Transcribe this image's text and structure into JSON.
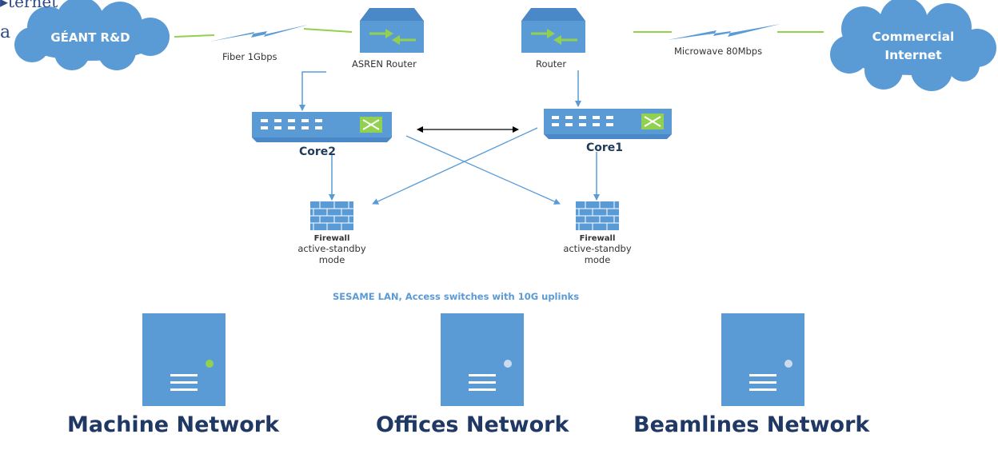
{
  "overlay_text": {
    "top_fragment": "▸ternet",
    "side_fragment": "a"
  },
  "clouds": {
    "left": "GÉANT R&D",
    "right_line1": "Commercial",
    "right_line2": "Internet"
  },
  "routers": {
    "left": "ASREN Router",
    "right": "Router"
  },
  "links": {
    "left": "Fiber 1Gbps",
    "right": "Microwave 80Mbps"
  },
  "cores": {
    "left": "Core2",
    "right": "Core1"
  },
  "firewalls": [
    {
      "title": "Firewall",
      "line1": "active-standby",
      "line2": "mode"
    },
    {
      "title": "Firewall",
      "line1": "active-standby",
      "line2": "mode"
    }
  ],
  "lan_caption": "SESAME LAN, Access switches with 10G uplinks",
  "networks": [
    "Machine Network",
    "Offices Network",
    "Beamlines Network"
  ],
  "colors": {
    "cloud_blue": "#5b9bd5",
    "device_blue": "#5b9bd5",
    "green_accent": "#92d050",
    "title_navy": "#1f3864"
  }
}
